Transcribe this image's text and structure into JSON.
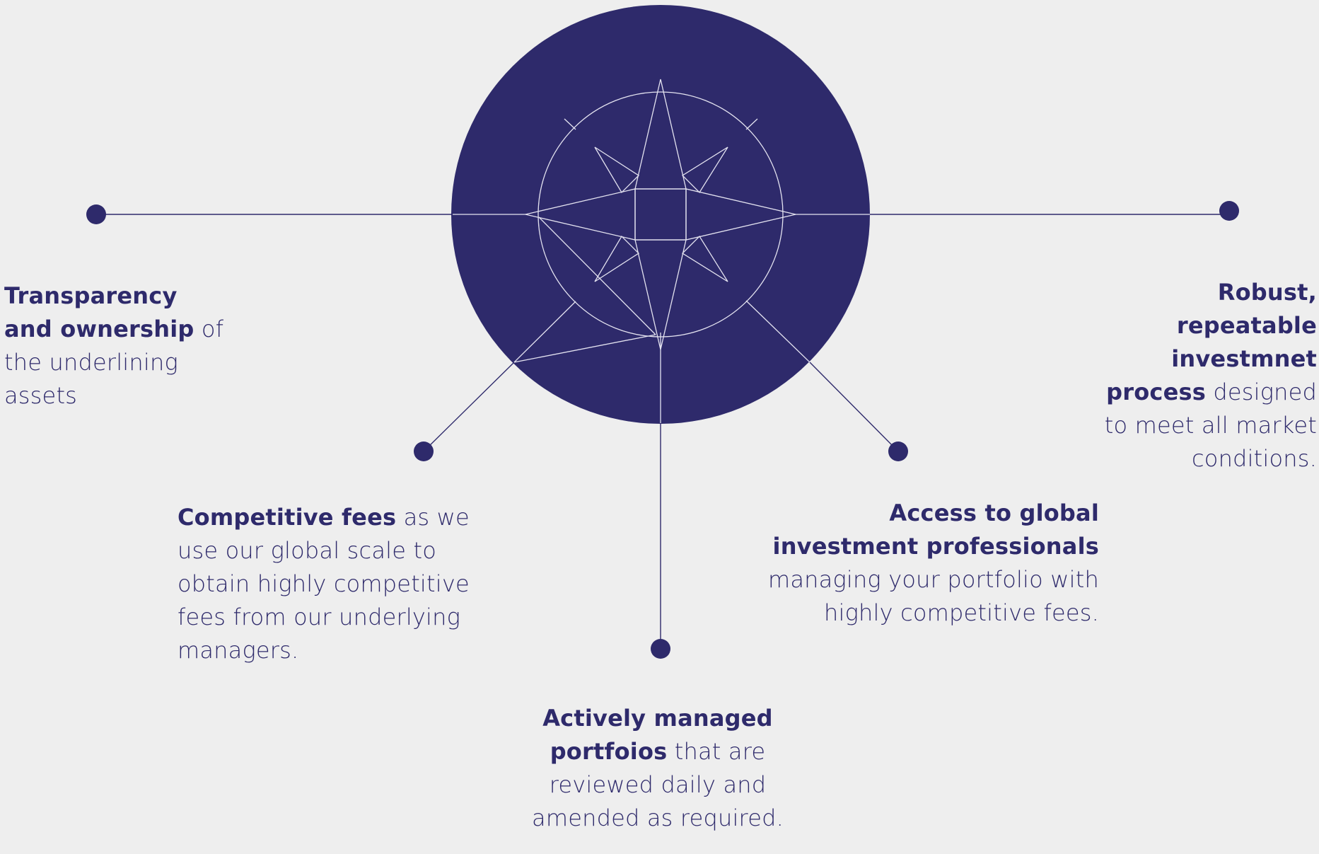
{
  "colors": {
    "background": "#eeeeee",
    "navy": "#2e2a6b",
    "compass_lines": "#e4e3f0"
  },
  "center_icon": "compass-rose-icon",
  "items": {
    "transparency": {
      "bold": "Transparency and ownership",
      "text": " of the underlining assets"
    },
    "robust": {
      "bold": "Robust, repeatable investmnet process",
      "text": " designed to meet all market conditions."
    },
    "fees": {
      "bold": "Competitive fees",
      "text": " as we use our global scale to obtain highly competitive fees from our underlying managers."
    },
    "access": {
      "bold": "Access to global investment professionals",
      "text": " managing your portfolio with highly competitive fees."
    },
    "active": {
      "bold": "Actively managed portfoios",
      "text": " that are reviewed daily and amended as required."
    }
  }
}
